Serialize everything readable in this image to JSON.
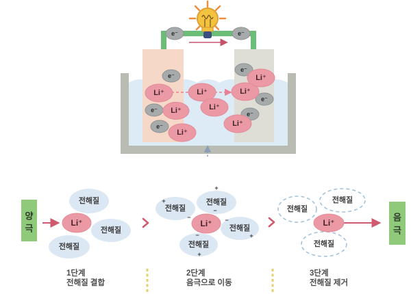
{
  "cell": {
    "li_label": "Li⁺",
    "e_label": "e⁻"
  },
  "process": {
    "anode_label": "양극",
    "anode_chars": [
      "양",
      "극"
    ],
    "cathode_label": "음극",
    "cathode_chars": [
      "음",
      "극"
    ],
    "electrolyte_label": "전해질",
    "li_label": "Li⁺",
    "plus_sign": "+",
    "minus_sign": "−",
    "steps": [
      {
        "title": "1단계",
        "desc": "전해질 결합"
      },
      {
        "title": "2단계",
        "desc": "음극으로 이동"
      },
      {
        "title": "3단계",
        "desc": "전해질 제거"
      }
    ]
  },
  "colors": {
    "wire_green": "#6cbd77",
    "bulb_yellow": "#f3c23e",
    "bulb_base_blue": "#3e4d7f",
    "electrode_left_pink": "#f6d8c9",
    "electrode_right_gray": "#deddd6",
    "container_gray": "#b9bcb3",
    "liquid_blue": "#dcebf6",
    "li_ion_pink": "#eb99a4",
    "electron_gray": "#a6aaaa",
    "electrolyte_blue": "#dbe7f3",
    "pole_box_green": "#8eca7a",
    "arrow_pink": "#cf5a6e",
    "divider_yellow": "#e5d06e"
  }
}
